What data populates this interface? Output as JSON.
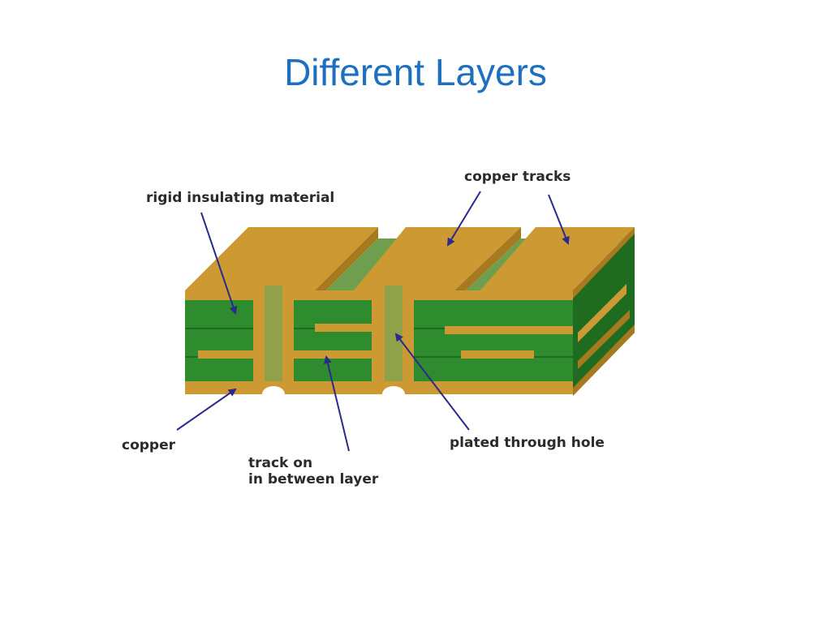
{
  "slide": {
    "title": "Different Layers"
  },
  "diagram": {
    "labels": {
      "rigid_insulating_material": "rigid insulating material",
      "copper_tracks": "copper tracks",
      "copper": "copper",
      "track_on_line1": "track on",
      "track_on_line2": "in between layer",
      "plated_through_hole": "plated through hole"
    },
    "colors": {
      "copper": "#CC9933",
      "copper_dark": "#A87A1F",
      "insulator": "#2E8B2E",
      "insulator_dark": "#1F6B1F",
      "via": "#8FA24A",
      "arrow": "#2A2A8C",
      "title": "#1F6FC0"
    }
  }
}
